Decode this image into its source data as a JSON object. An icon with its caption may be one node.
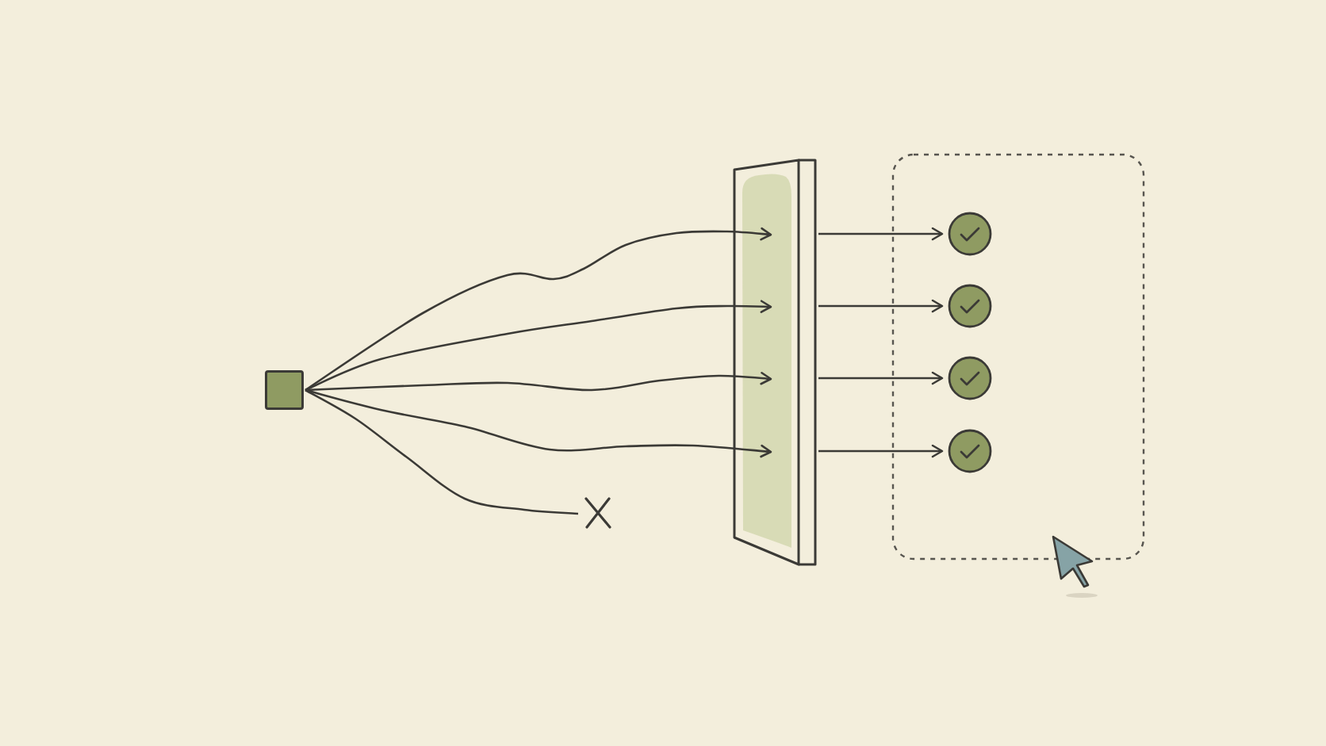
{
  "diagram": {
    "nodes": [
      {
        "text": [],
        "shape": "square"
      },
      {
        "text": [],
        "shape": "cross"
      },
      {
        "text": [],
        "shape": "panel"
      },
      {
        "text": [],
        "shape": "box"
      },
      {
        "text": [],
        "shape": "circle",
        "in": 3
      },
      {
        "text": [],
        "shape": "circle",
        "in": 3
      },
      {
        "text": [],
        "shape": "circle",
        "in": 3
      },
      {
        "text": [],
        "shape": "circle",
        "in": 3
      }
    ],
    "edges": [
      {
        "from": 0,
        "to": 2,
        "arrow": "to"
      },
      {
        "from": 0,
        "to": 2,
        "arrow": "to"
      },
      {
        "from": 0,
        "to": 2,
        "arrow": "to"
      },
      {
        "from": 0,
        "to": 2,
        "arrow": "to"
      },
      {
        "from": 0,
        "to": 1,
        "arrow": "none"
      },
      {
        "from": 2,
        "to": 4,
        "arrow": "to"
      },
      {
        "from": 2,
        "to": 5,
        "arrow": "to"
      },
      {
        "from": 2,
        "to": 6,
        "arrow": "to"
      },
      {
        "from": 2,
        "to": 7,
        "arrow": "to"
      }
    ]
  }
}
